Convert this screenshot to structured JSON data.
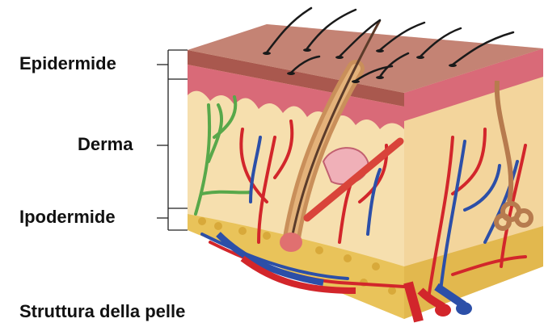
{
  "labels": {
    "epidermis": "Epidermide",
    "dermis": "Derma",
    "hypodermis": "Ipodermide"
  },
  "caption": "Struttura della pelle",
  "colors": {
    "surface": "#c98a7a",
    "epidermis_top": "#b9766a",
    "epidermis_band": "#d96a78",
    "papillae_pink": "#e9a0a8",
    "dermis": "#f6dfae",
    "hypodermis_fat": "#e9c35a",
    "artery": "#d2262b",
    "vein": "#2c4fa8",
    "nerve": "#58a84a",
    "hair": "#1a1a1a",
    "bracket": "#222222"
  }
}
